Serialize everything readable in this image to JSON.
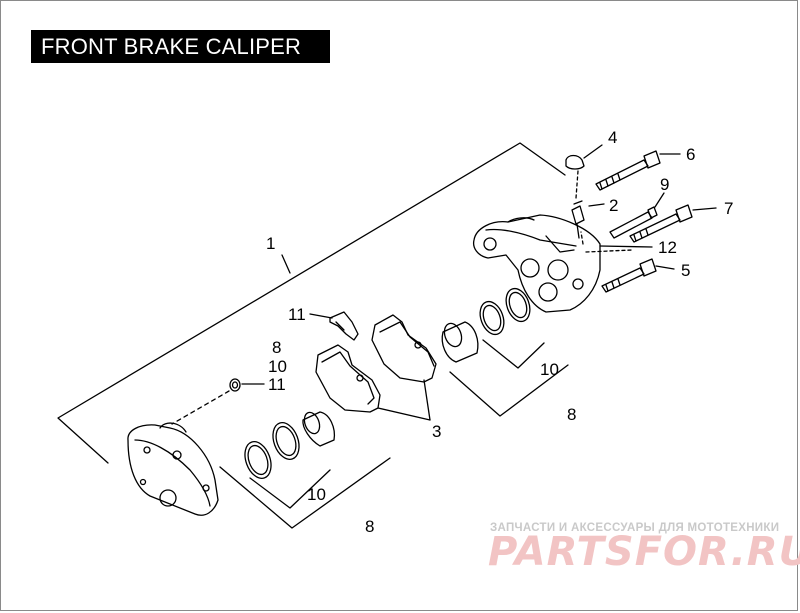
{
  "title": "FRONT BRAKE CALIPER",
  "labels": {
    "l1": "1",
    "l2": "2",
    "l3": "3",
    "l4": "4",
    "l5": "5",
    "l6": "6",
    "l7": "7",
    "l8a": "8",
    "l8b": "8",
    "l8c": "8",
    "l9": "9",
    "l10a": "10",
    "l10b": "10",
    "l10c": "10",
    "l11a": "11",
    "l11b": "11",
    "l12": "12"
  },
  "watermark": {
    "tagline": "ЗАПЧАСТИ И АКСЕССУАРЫ ДЛЯ МОТОТЕХНИКИ",
    "brand": "PARTSFOR.RU"
  }
}
